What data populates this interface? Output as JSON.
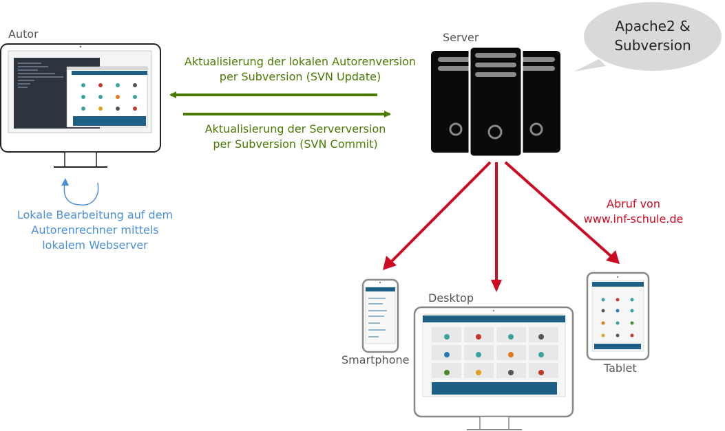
{
  "labels": {
    "autor": "Autor",
    "server": "Server",
    "desktop": "Desktop",
    "smartphone": "Smartphone",
    "tablet": "Tablet"
  },
  "speech_bubble": {
    "line1": "Apache2 &",
    "line2": "Subversion"
  },
  "arrows": {
    "update": {
      "line1": "Aktualisierung der lokalen Autorenversion",
      "line2": "per Subversion (SVN Update)"
    },
    "commit": {
      "line1": "Aktualisierung der Serverversion",
      "line2": "per Subversion (SVN Commit)"
    },
    "local_edit": {
      "line1": "Lokale Bearbeitung auf dem",
      "line2": "Autorenrechner mittels",
      "line3": "lokalem Webserver"
    },
    "request": {
      "line1": "Abruf von",
      "line2": "www.inf-schule.de"
    }
  },
  "colors": {
    "green": "#4a7a00",
    "red": "#cc0a22",
    "blue": "#4a90d9",
    "server": "#0a0a0a",
    "bubble": "#d9d9d9",
    "device_frame": "#888888",
    "site_header": "#1e5f86"
  }
}
